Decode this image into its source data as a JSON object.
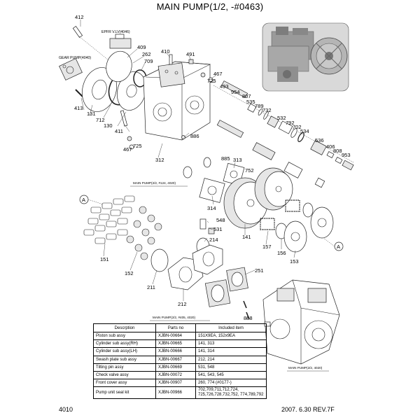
{
  "title": "MAIN PUMP(1/2, -#0463)",
  "callouts": {
    "c412": "412",
    "c409": "409",
    "c262": "262",
    "c709": "709",
    "c410": "410",
    "c491": "491",
    "c467a": "467",
    "c725a": "725",
    "c493": "493",
    "c954": "954",
    "c807": "807",
    "c535": "535",
    "c789": "789",
    "c732": "732",
    "c532": "532",
    "c792": "792",
    "c702": "702",
    "c534": "534",
    "c536": "536",
    "c406": "406",
    "c808": "808",
    "c953": "953",
    "c413": "413",
    "c131": "131",
    "c712": "712",
    "c130": "130",
    "c411": "411",
    "c467b": "467",
    "c725b": "725",
    "c886": "886",
    "c312": "312",
    "c885": "885",
    "c313": "313",
    "c752": "752",
    "c314": "314",
    "c141": "141",
    "c157": "157",
    "c156": "156",
    "c153": "153",
    "c548": "548",
    "c531": "531",
    "c214": "214",
    "c151": "151",
    "c152": "152",
    "c211": "211",
    "c251": "251",
    "c212": "212",
    "c888": "888"
  },
  "notes": {
    "epfr": "EPFR V.LV(4046)",
    "gear_pump": "GEAR PUMP(4040)",
    "ref_124": "MAIN PUMP(2/2, #124, 4020)",
    "ref_405": "MAIN PUMP(2/2, #405, 4020)",
    "ref_plain": "MAIN PUMP(2/2, 4020)",
    "arrow_a": "A"
  },
  "table": {
    "headers": [
      "Descrption",
      "Parts no",
      "Included item"
    ],
    "rows": [
      {
        "desc": "Piston sub assy",
        "part": "XJBN-00664",
        "items": "151X9EA, 152x9EA"
      },
      {
        "desc": "Cylinder sub assy(RH)",
        "part": "XJBN-00665",
        "items": "141, 313"
      },
      {
        "desc": "Cylinder sub assy(LH)",
        "part": "XJBN-00666",
        "items": "141, 314"
      },
      {
        "desc": "Swash plate sub assy",
        "part": "XJBN-00667",
        "items": "212, 214"
      },
      {
        "desc": "Tilting pin assy",
        "part": "XJBN-00669",
        "items": "531, 548"
      },
      {
        "desc": "Check valve assy",
        "part": "XJBN-00072",
        "items": "541, 543, 545"
      },
      {
        "desc": "Front cover assy",
        "part": "XJBN-00907",
        "items": "260, 774 (#0177-)"
      },
      {
        "desc": "Pump unit seal kit",
        "part": "XJBN-00966",
        "items": "702,709,711,712,724, 725,726,728,732,752, 774,789,792"
      }
    ]
  },
  "footer": {
    "page_number": "4010",
    "revision": "2007. 6.30 REV.7F"
  }
}
